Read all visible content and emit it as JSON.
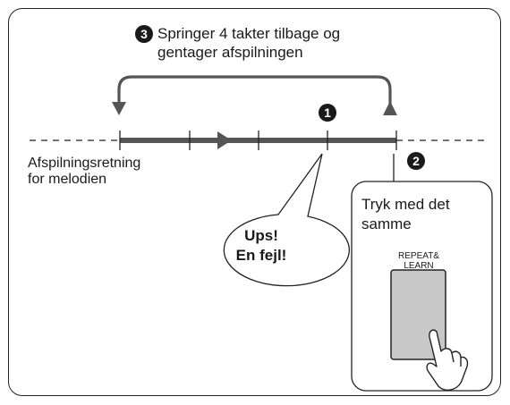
{
  "jump": {
    "step": "3",
    "line1": "Springer 4 takter tilbage og",
    "line2": "gentager afspilningen"
  },
  "marker_1": "1",
  "marker_2": "2",
  "direction": {
    "line1": "Afspilningsretning",
    "line2": "for melodien"
  },
  "error_bubble": {
    "line1": "Ups!",
    "line2": "En fejl!"
  },
  "press_now": {
    "line1": "Tryk med det",
    "line2": "samme"
  },
  "repeat_button": {
    "line1": "REPEAT&",
    "line2": "LEARN"
  },
  "colors": {
    "track": "#555555",
    "outline": "#222222",
    "key_fill": "#c8c8c8",
    "marker": "#1a1a1a"
  },
  "icons": [
    "play-arrow-icon",
    "down-arrow-icon",
    "up-arrow-icon",
    "pointing-hand-icon"
  ]
}
